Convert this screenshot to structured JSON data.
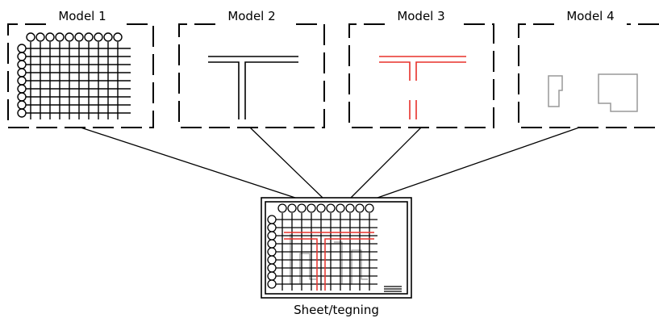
{
  "models": [
    {
      "label": "Model 1",
      "content": "grid",
      "color": "#000000"
    },
    {
      "label": "Model 2",
      "content": "walls",
      "color": "#000000"
    },
    {
      "label": "Model 3",
      "content": "walls",
      "color": "#e8302a"
    },
    {
      "label": "Model 4",
      "content": "rooms",
      "color": "#999999"
    }
  ],
  "sheet": {
    "label": "Sheet/tegning"
  },
  "colors": {
    "line": "#000000",
    "red": "#e8302a",
    "gray": "#999999"
  }
}
